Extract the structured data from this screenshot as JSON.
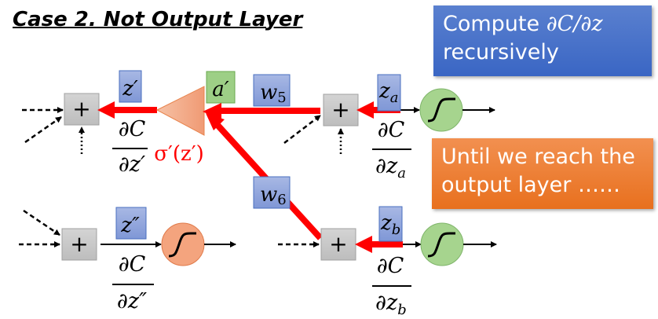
{
  "title": "Case 2. Not Output Layer",
  "callouts": {
    "top": {
      "text": "Compute ",
      "math": "∂C/∂z",
      "line2": "recursively",
      "color": "#4a72c8"
    },
    "bottom": {
      "line1": "Until we reach the",
      "line2": "output layer ……",
      "color": "#ee7b2e"
    }
  },
  "labels": {
    "z_prime": "z′",
    "a_prime": "a′",
    "w5": "w",
    "w5_sub": "5",
    "w6": "w",
    "w6_sub": "6",
    "z_a": "z",
    "z_a_sub": "a",
    "z_b": "z",
    "z_b_sub": "b",
    "z_dprime": "z″",
    "sigma_prime": "σ′(z′)"
  },
  "fractions": {
    "dC_dz_prime": {
      "num": "∂C",
      "den": "∂z′"
    },
    "dC_dz_a": {
      "num": "∂C",
      "den": "∂z",
      "sub": "a"
    },
    "dC_dz_dprime": {
      "num": "∂C",
      "den": "∂z″"
    },
    "dC_dz_b": {
      "num": "∂C",
      "den": "∂z",
      "sub": "b"
    }
  },
  "nodes": {
    "sum_symbol": "+"
  },
  "colors": {
    "backprop_red": "#ff0000",
    "label_blue": "#8fa4d8",
    "label_green": "#9dcf86",
    "neuron_green": "#a6d48e",
    "neuron_orange": "#f4a47e",
    "sum_gray": "#c8c8c8"
  }
}
